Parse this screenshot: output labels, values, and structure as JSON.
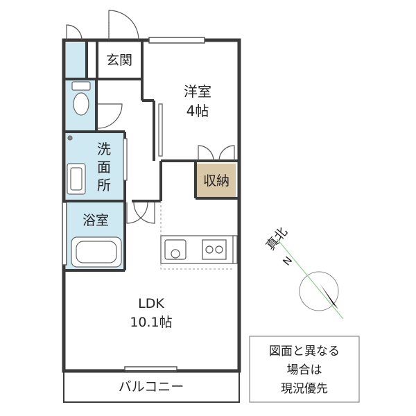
{
  "rooms": {
    "genkan": "玄関",
    "youshitsu": {
      "name": "洋室",
      "size": "4帖"
    },
    "senmenjo": [
      "洗",
      "面",
      "所"
    ],
    "shuno": "収納",
    "yokushitsu": "浴室",
    "ldk": {
      "name": "LDK",
      "size": "10.1帖"
    },
    "balcony": "バルコニー"
  },
  "compass": {
    "label": "真北",
    "letter": "N"
  },
  "notice": {
    "lines": [
      "図面と異なる",
      "場合は",
      "現況優先"
    ]
  },
  "colors": {
    "wall": "#3a3a3a",
    "wet_area": "#cfe9f3",
    "storage": "#d8c8a8",
    "compass_line": "#8fd08f"
  }
}
